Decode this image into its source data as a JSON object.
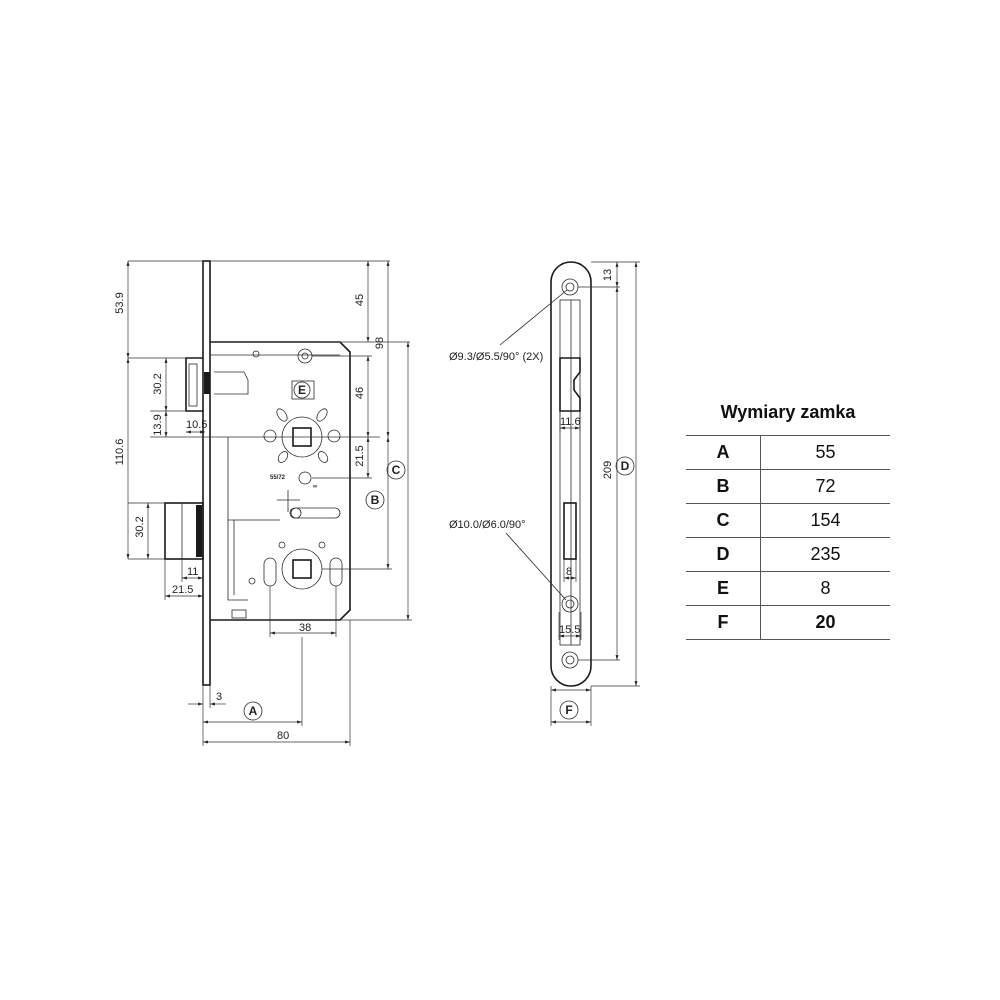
{
  "drawing": {
    "front": {
      "dim_53_9": "53.9",
      "dim_30_2_top": "30.2",
      "dim_13_9": "13.9",
      "dim_10_5": "10.5",
      "dim_110_6": "110.6",
      "dim_30_2_bottom": "30.2",
      "dim_11": "11",
      "dim_21_5_left": "21.5",
      "dim_45": "45",
      "dim_98": "98",
      "dim_46": "46",
      "dim_21_5_right": "21.5",
      "dim_38": "38",
      "dim_3": "3",
      "dim_80": "80",
      "mark_55_72": "55/72",
      "label_a": "A",
      "label_b": "B",
      "label_c": "C",
      "label_e": "E"
    },
    "side": {
      "dim_13": "13",
      "hole_top_note": "Ø9.3/Ø5.5/90° (2X)",
      "dim_11_6": "11.6",
      "hole_bottom_note": "Ø10.0/Ø6.0/90°",
      "dim_8": "8",
      "dim_15_5": "15.5",
      "dim_209": "209",
      "label_d": "D",
      "label_f": "F"
    }
  },
  "table": {
    "title": "Wymiary zamka",
    "rows": [
      {
        "key": "A",
        "value": "55"
      },
      {
        "key": "B",
        "value": "72"
      },
      {
        "key": "C",
        "value": "154"
      },
      {
        "key": "D",
        "value": "235"
      },
      {
        "key": "E",
        "value": "8"
      },
      {
        "key": "F",
        "value": "20"
      }
    ]
  }
}
